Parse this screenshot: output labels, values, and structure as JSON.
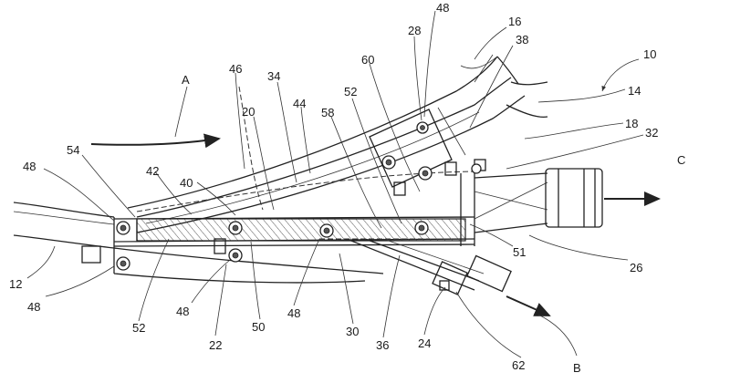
{
  "figure": {
    "reference_numerals": [
      "10",
      "12",
      "14",
      "16",
      "18",
      "20",
      "22",
      "24",
      "26",
      "28",
      "30",
      "32",
      "34",
      "36",
      "38",
      "40",
      "42",
      "44",
      "46",
      "48",
      "50",
      "51",
      "52",
      "54",
      "58",
      "60",
      "62"
    ],
    "flow_labels": {
      "inlet": "A",
      "outlet_side": "B",
      "outlet_straight": "C"
    },
    "labels": {
      "n10": "10",
      "n12": "12",
      "n14": "14",
      "n16": "16",
      "n18": "18",
      "n20": "20",
      "n22": "22",
      "n24": "24",
      "n26": "26",
      "n28": "28",
      "n30": "30",
      "n32": "32",
      "n34": "34",
      "n36": "36",
      "n38": "38",
      "n40": "40",
      "n42": "42",
      "n44": "44",
      "n46": "46",
      "n48": "48",
      "n50": "50",
      "n51": "51",
      "n52": "52",
      "n54": "54",
      "n58": "58",
      "n60": "60",
      "n62": "62",
      "A": "A",
      "B": "B",
      "C": "C"
    }
  }
}
